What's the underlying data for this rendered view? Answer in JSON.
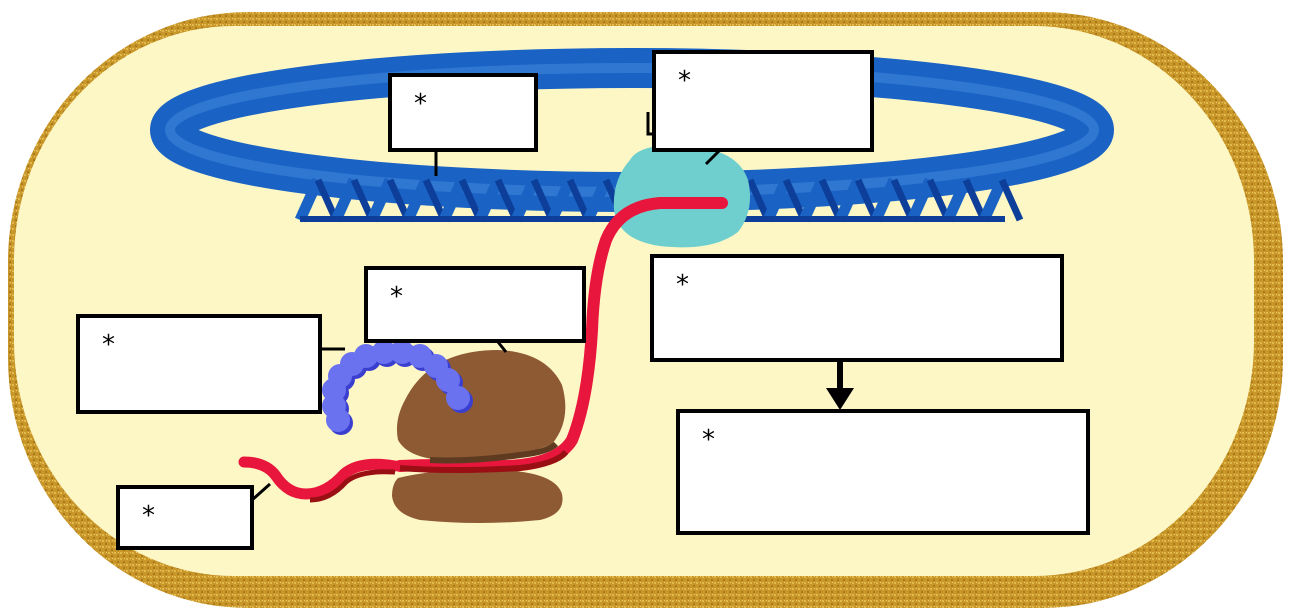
{
  "diagram": {
    "labels": [
      {
        "id": "dna",
        "text": "*"
      },
      {
        "id": "rna-polymerase",
        "text": "*"
      },
      {
        "id": "ribosome",
        "text": "*"
      },
      {
        "id": "protein",
        "text": "*"
      },
      {
        "id": "mrna",
        "text": "*"
      },
      {
        "id": "transcription",
        "text": "*"
      },
      {
        "id": "translation",
        "text": "*"
      }
    ],
    "colors": {
      "cell_wall": "#c9962a",
      "cytoplasm": "#fdf7c6",
      "dna": "#1a63c4",
      "dna_dark": "#0d3f9a",
      "rna_polymerase": "#6fcfcf",
      "mrna": "#e8163c",
      "mrna_dark": "#9a0f14",
      "ribosome": "#8e5a34",
      "ribosome_dark": "#5e3a20",
      "protein": "#6a72f0",
      "protein_dark": "#3b3fd0"
    }
  }
}
